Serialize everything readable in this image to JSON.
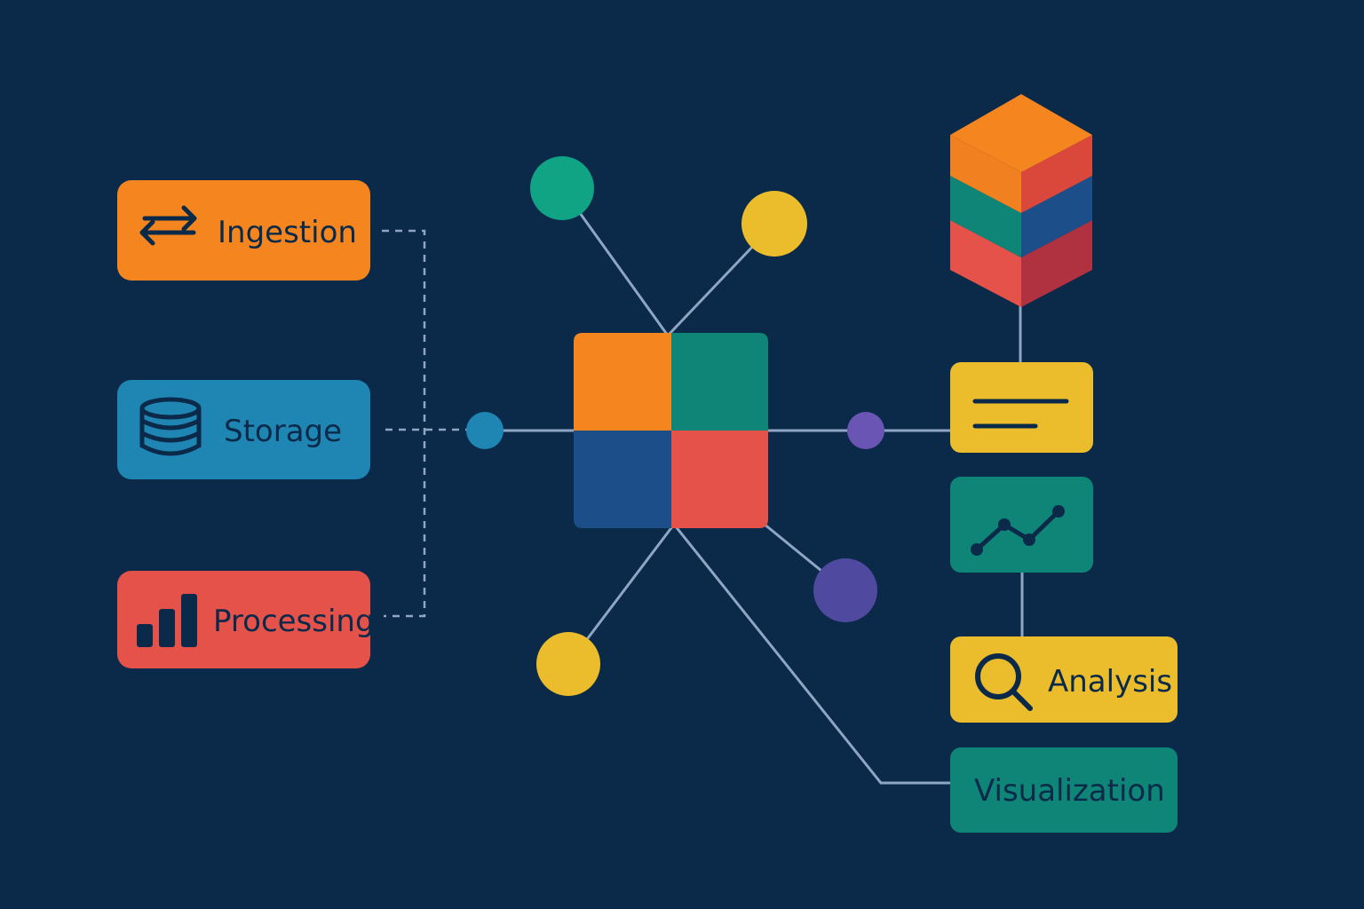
{
  "background": "#0b2a4a",
  "colors": {
    "orange": "#f5861f",
    "teal": "#0e8577",
    "blue": "#1f86b3",
    "darkblue": "#1c4f8a",
    "red": "#e4524a",
    "yellow": "#ebbd2c",
    "purple": "#4f4aa0",
    "violet": "#6a55b5",
    "green": "#10a384",
    "line": "#8ea6c3",
    "ink": "#0b2a4a"
  },
  "left_cards": [
    {
      "label": "Ingestion",
      "icon": "arrows-exchange-icon",
      "color": "#f5861f"
    },
    {
      "label": "Storage",
      "icon": "database-icon",
      "color": "#1f86b3"
    },
    {
      "label": "Processing",
      "icon": "bar-chart-icon",
      "color": "#e4524a"
    }
  ],
  "right_cards": [
    {
      "label": "Analysis",
      "icon": "magnifier-icon",
      "color": "#ebbd2c"
    },
    {
      "label": "Visualization",
      "icon": "",
      "color": "#0e8577"
    }
  ],
  "icon_cards": [
    {
      "icon": "document-lines-icon",
      "color": "#ebbd2c"
    },
    {
      "icon": "line-chart-icon",
      "color": "#0e8577"
    }
  ],
  "stack_icon": "layered-cube-icon"
}
